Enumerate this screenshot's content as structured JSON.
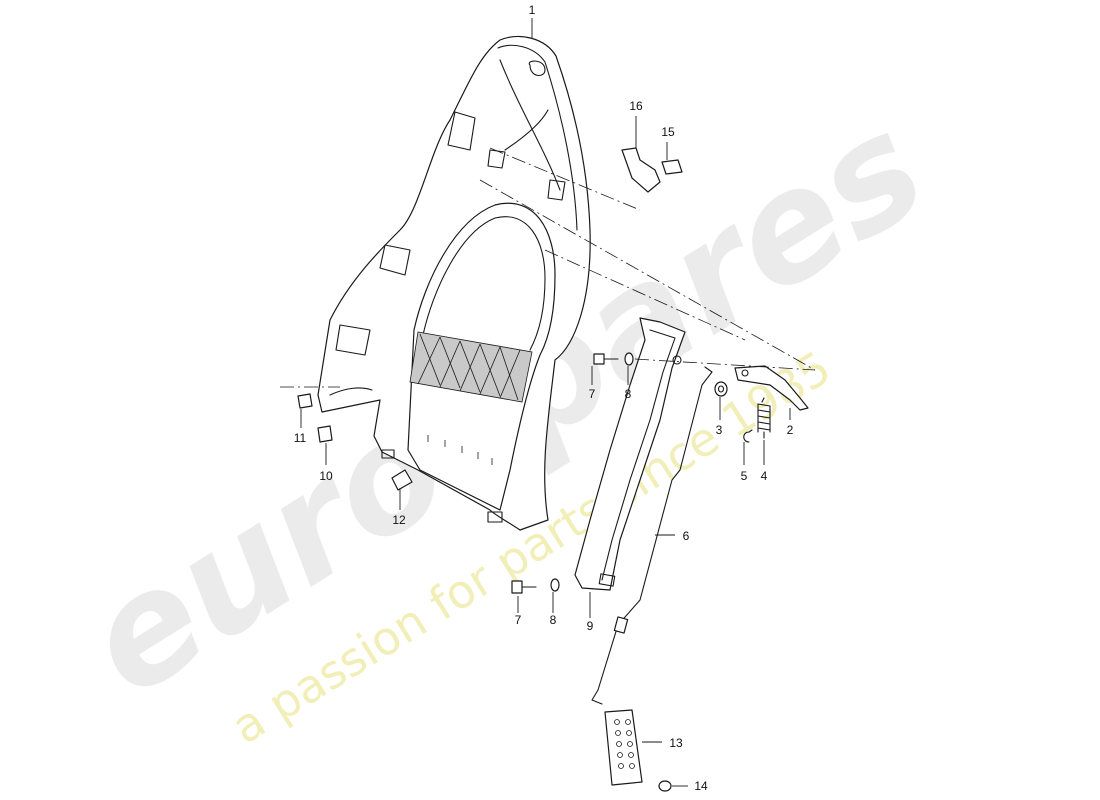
{
  "watermark": {
    "logo_text": "eurospares",
    "tagline": "a passion for parts since 1985"
  },
  "callouts": {
    "c1": "1",
    "c2": "2",
    "c3": "3",
    "c4": "4",
    "c5": "5",
    "c6": "6",
    "c7a": "7",
    "c7b": "7",
    "c8a": "8",
    "c8b": "8",
    "c9": "9",
    "c10": "10",
    "c11": "11",
    "c12": "12",
    "c13": "13",
    "c14": "14",
    "c15": "15",
    "c16": "16"
  }
}
